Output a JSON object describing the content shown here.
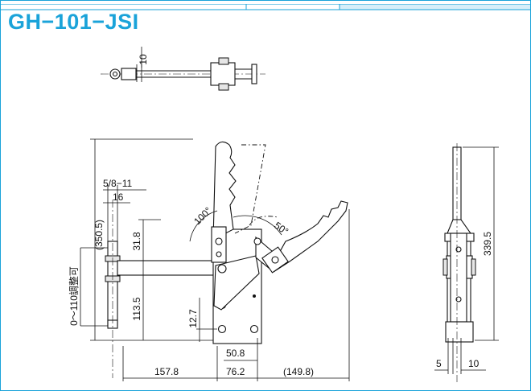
{
  "title": "GH−101−JSI",
  "colors": {
    "title": "#1aa3d9",
    "border": "#1aa3d9",
    "header_fill": "#d6eef9"
  },
  "dims": {
    "top_10": "10",
    "thread": "5/8−11",
    "d16": "16",
    "d350": "(350.5)",
    "d31_8": "31.8",
    "adj": "0〜110調整可",
    "d113_5": "113.5",
    "d12_7": "12.7",
    "d50_8": "50.8",
    "d157_8": "157.8",
    "d76_2": "76.2",
    "d149_8": "(149.8)",
    "ang100": "100°",
    "ang50": "50°",
    "d339_5": "339.5",
    "d5": "5",
    "d10": "10"
  }
}
